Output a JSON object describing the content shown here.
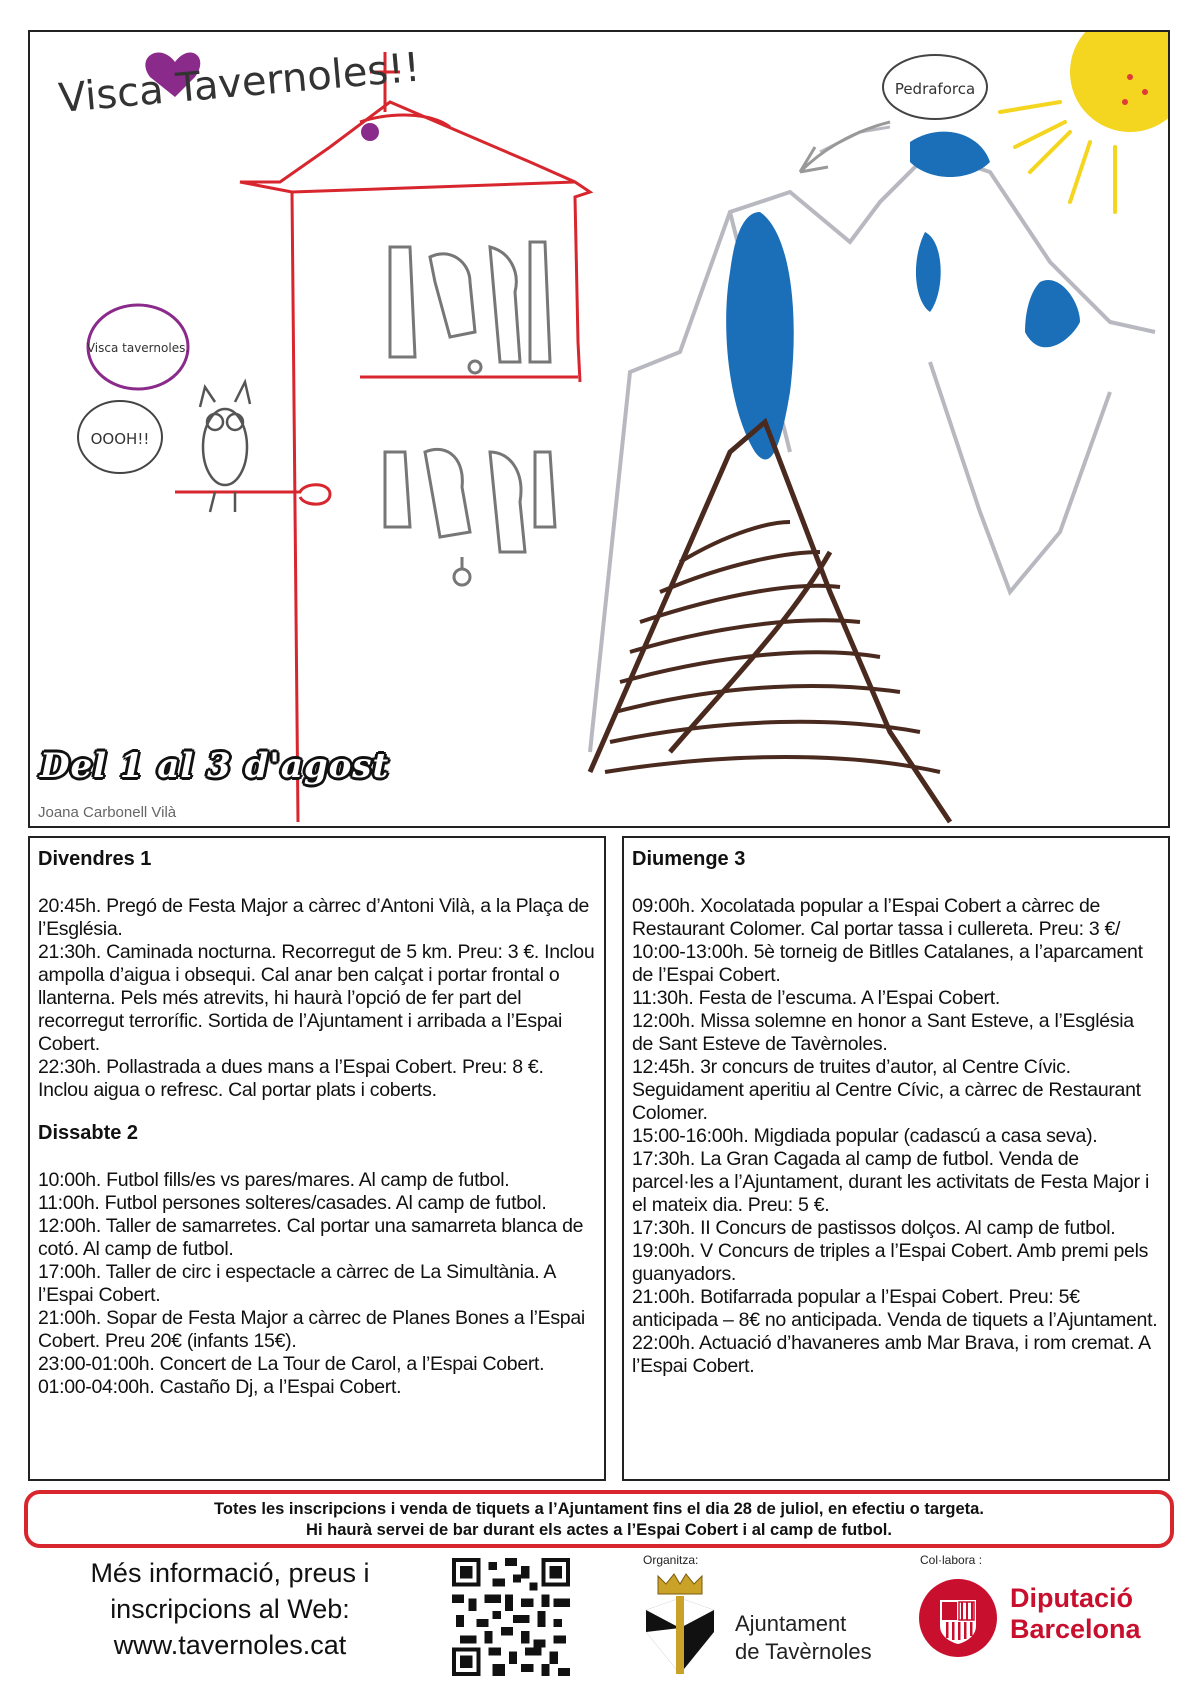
{
  "drawing": {
    "bubble_main": "Visca Tavernoles!!",
    "bubble_mountain": "Pedraforca",
    "bubble_owl": "Visca tavernoles.",
    "bubble_small": "OOOH!!",
    "dates": "Del 1 al 3 d'agost",
    "artist": "Joana Carbonell Vilà"
  },
  "days": [
    {
      "title": "Divendres 1",
      "events": [
        "20:45h. Pregó de Festa Major a càrrec d’Antoni Vilà, a la Plaça de l’Església.",
        "21:30h. Caminada nocturna. Recorregut de 5 km. Preu: 3 €. Inclou ampolla d’aigua i obsequi. Cal anar ben calçat i portar frontal o llanterna. Pels més atrevits, hi haurà l’opció de fer part del recorregut terrorífic. Sortida de l’Ajuntament i arribada a l’Espai Cobert.",
        "22:30h. Pollastrada a dues mans a l’Espai Cobert. Preu: 8 €. Inclou aigua o refresc. Cal portar plats i coberts."
      ]
    },
    {
      "title": "Dissabte 2",
      "events": [
        "10:00h. Futbol fills/es vs pares/mares. Al camp de futbol.",
        "11:00h. Futbol persones solteres/casades. Al camp de futbol.",
        "12:00h. Taller de samarretes. Cal portar una samarreta blanca de cotó. Al camp de futbol.",
        "17:00h. Taller de circ i espectacle a càrrec de La Simultània. A l’Espai Cobert.",
        "21:00h. Sopar de Festa Major a càrrec de Planes Bones a l’Espai Cobert. Preu 20€ (infants 15€).",
        "23:00-01:00h. Concert de La Tour de Carol, a l’Espai Cobert.",
        "01:00-04:00h. Castaño Dj, a l’Espai Cobert."
      ]
    },
    {
      "title": "Diumenge 3",
      "events": [
        "09:00h. Xocolatada popular a l’Espai Cobert a càrrec de Restaurant Colomer. Cal portar tassa i cullereta. Preu: 3 €/",
        "10:00-13:00h. 5è torneig de Bitlles Catalanes, a l’aparcament de l’Espai Cobert.",
        "11:30h. Festa de l’escuma. A l’Espai Cobert.",
        "12:00h. Missa solemne en honor a Sant Esteve, a l’Església de Sant Esteve de Tavèrnoles.",
        "12:45h. 3r concurs de truites d’autor, al Centre Cívic. Seguidament aperitiu al Centre Cívic, a càrrec de Restaurant Colomer.",
        "15:00-16:00h. Migdiada popular (cadascú a casa seva).",
        "17:30h. La Gran Cagada al camp de futbol. Venda de parcel·les a l’Ajuntament, durant les activitats de Festa Major i el mateix dia. Preu: 5 €.",
        "17:30h. II Concurs de pastissos dolços. Al camp de futbol.",
        "19:00h. V Concurs de triples a l’Espai Cobert. Amb premi pels guanyadors.",
        "21:00h. Botifarrada popular a l’Espai Cobert. Preu: 5€ anticipada – 8€ no anticipada. Venda de tiquets a l’Ajuntament.",
        "22:00h. Actuació d’havaneres amb Mar Brava, i rom cremat. A l’Espai Cobert."
      ]
    }
  ],
  "notice": {
    "line1": "Totes les inscripcions i venda de tiquets a l’Ajuntament fins el dia 28 de juliol, en efectiu o targeta.",
    "line2": "Hi haurà servei de bar durant els actes a l’Espai Cobert i al camp de futbol."
  },
  "footer": {
    "more_line1": "Més informació, preus i",
    "more_line2": "inscripcions al Web:",
    "website": "www.tavernoles.cat",
    "organitza": "Organitza:",
    "ajuntament_line1": "Ajuntament",
    "ajuntament_line2": "de Tavèrnoles",
    "col_labora": "Col·labora :",
    "diputacio_line1": "Diputació",
    "diputacio_line2": "Barcelona"
  },
  "colors": {
    "accent_red": "#d8262e",
    "diputacio_red": "#c8102e",
    "mountain_blue": "#1a6fb8",
    "sun_yellow": "#f4d51f"
  }
}
